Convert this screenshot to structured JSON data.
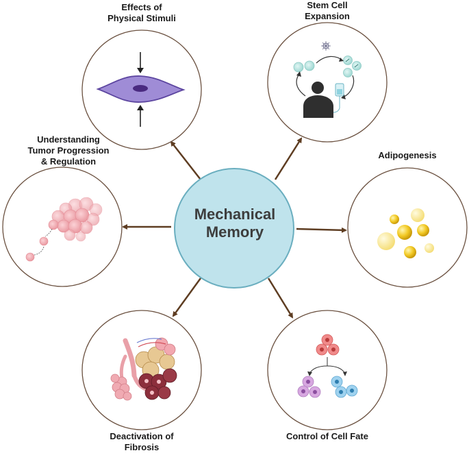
{
  "center": {
    "line1": "Mechanical",
    "line2": "Memory"
  },
  "nodes": {
    "physical": {
      "line1": "Effects of",
      "line2": "Physical Stimuli",
      "icon": "cell-compression-icon"
    },
    "stem": {
      "line1": "Stem Cell",
      "line2": "Expansion",
      "icon": "stem-cell-cycle-icon"
    },
    "tumor": {
      "line1": "Understanding",
      "line2": "Tumor Progression",
      "line3": "& Regulation",
      "icon": "tumor-cluster-icon"
    },
    "adipo": {
      "line1": "Adipogenesis",
      "icon": "fat-droplets-icon"
    },
    "fibrosis": {
      "line1": "Deactivation of",
      "line2": "Fibrosis",
      "icon": "lung-alveoli-icon"
    },
    "fate": {
      "line1": "Control of Cell Fate",
      "icon": "cell-differentiation-icon"
    }
  },
  "colors": {
    "center_fill": "#bfe3ec",
    "center_stroke": "#6aaebf",
    "arrow": "#5e3d22",
    "circle_stroke": "#6b5140",
    "cell_membrane": "#7f68b8",
    "nucleus": "#4a2a80"
  }
}
